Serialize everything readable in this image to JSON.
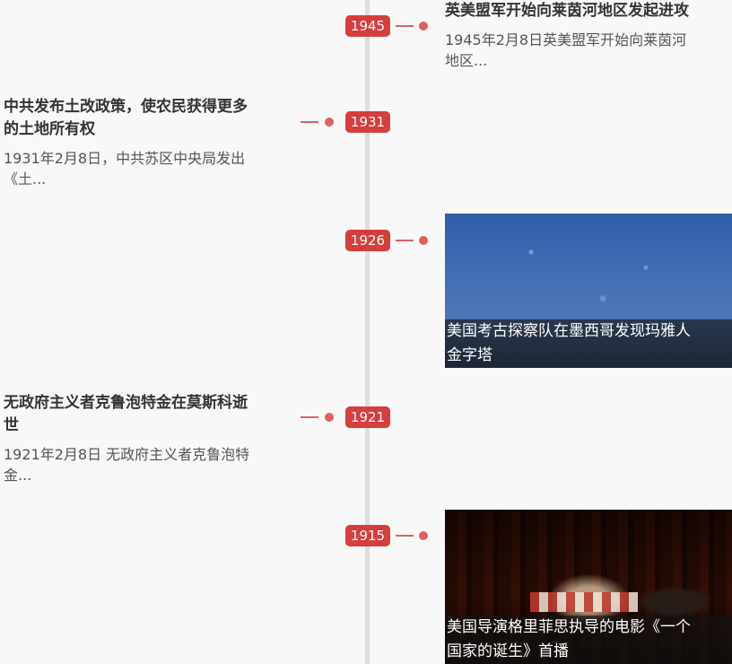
{
  "events": [
    {
      "year": "1945",
      "title": "英美盟军开始向莱茵河地区发起进攻",
      "desc_line1": "1945年2月8日英美盟军开始向莱茵河",
      "desc_line2": "地区..."
    },
    {
      "year": "1931",
      "title_line1": "中共发布土改政策，使农民获得更多",
      "title_line2": "的土地所有权",
      "desc_line1": "1931年2月8日，中共苏区中央局发出",
      "desc_line2": "《土..."
    },
    {
      "year": "1926",
      "caption_line1": "美国考古探察队在墨西哥发现玛雅人",
      "caption_line2": "金字塔",
      "image": "sky-pyramid-photo"
    },
    {
      "year": "1921",
      "title_line1": "无政府主义者克鲁泡特金在莫斯科逝",
      "title_line2": "世",
      "desc_line1": "1921年2月8日 无政府主义者克鲁泡特",
      "desc_line2": "金..."
    },
    {
      "year": "1915",
      "caption_line1": "美国导演格里菲思执导的电影《一个",
      "caption_line2": "国家的诞生》首播",
      "image": "theater-painting"
    }
  ],
  "colors": {
    "accent": "#d63e3e",
    "connector": "#e06060",
    "axis": "#dedede",
    "background": "#f8f8f8"
  }
}
